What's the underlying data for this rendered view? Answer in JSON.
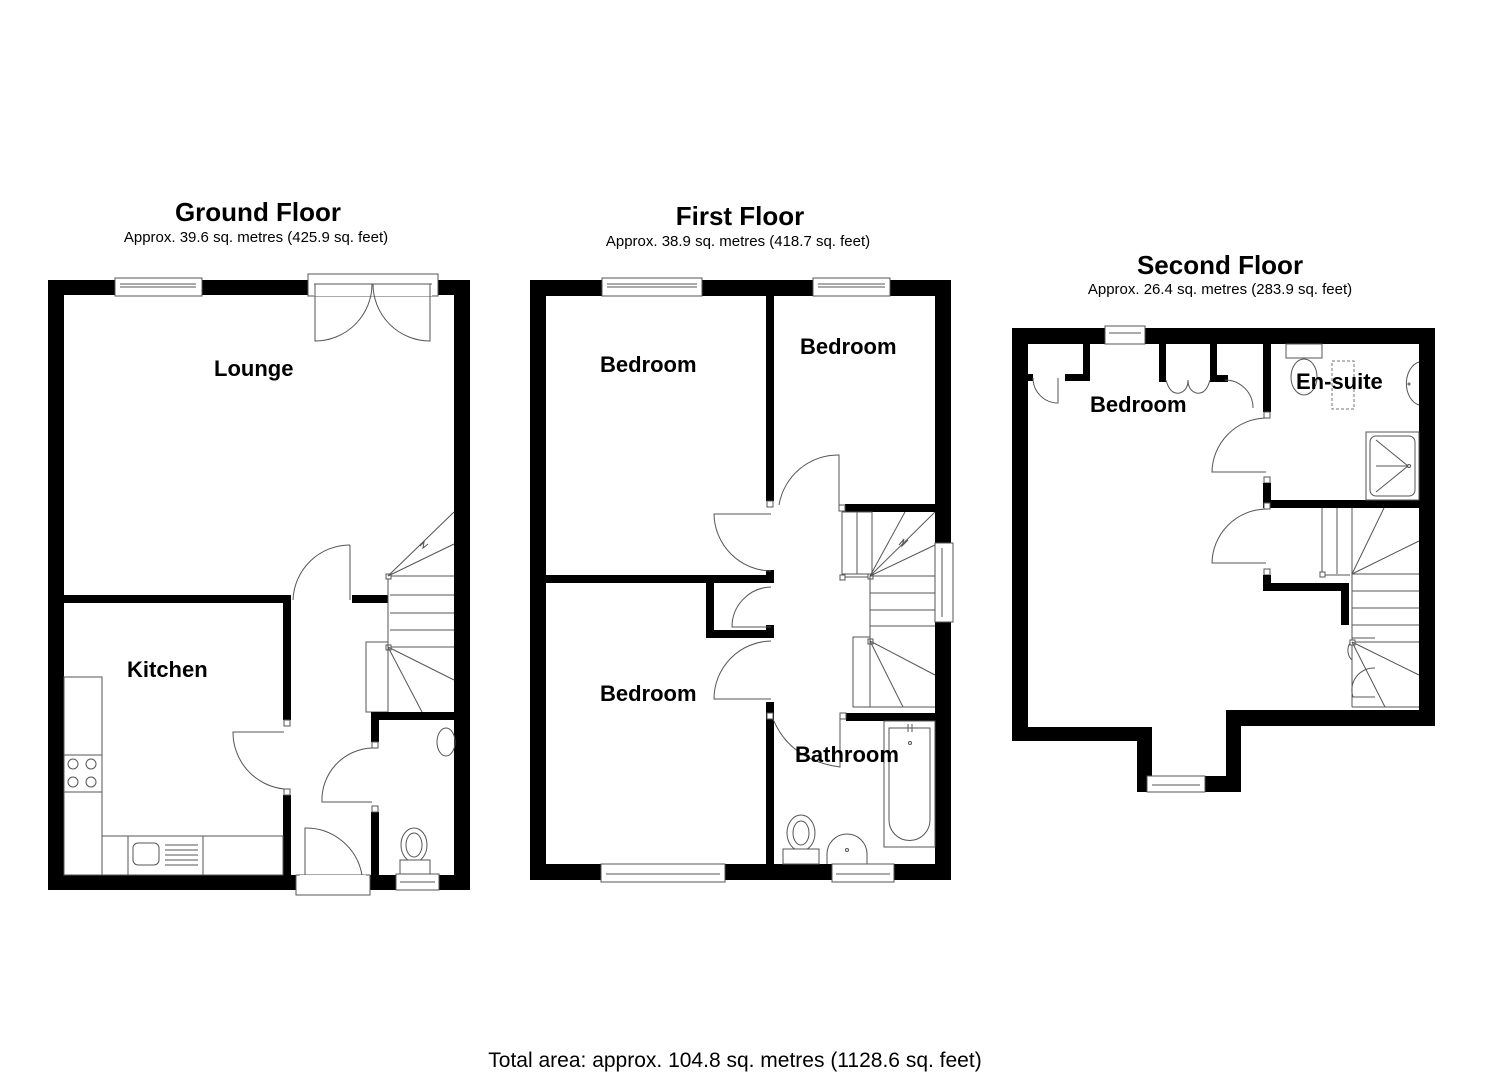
{
  "floors": [
    {
      "title": "Ground Floor",
      "area": "Approx. 39.6 sq. metres (425.9 sq. feet)",
      "rooms": [
        {
          "label": "Lounge"
        },
        {
          "label": "Kitchen"
        }
      ]
    },
    {
      "title": "First Floor",
      "area": "Approx. 38.9 sq. metres (418.7 sq. feet)",
      "rooms": [
        {
          "label": "Bedroom"
        },
        {
          "label": "Bedroom"
        },
        {
          "label": "Bedroom"
        },
        {
          "label": "Bathroom"
        }
      ]
    },
    {
      "title": "Second Floor",
      "area": "Approx. 26.4 sq. metres (283.9 sq. feet)",
      "rooms": [
        {
          "label": "Bedroom"
        },
        {
          "label": "En-suite"
        }
      ]
    }
  ],
  "total_area": "Total area: approx. 104.8 sq. metres (1128.6 sq. feet)",
  "colors": {
    "wall": "#000000",
    "fixture_line": "#555555",
    "background": "#ffffff"
  }
}
